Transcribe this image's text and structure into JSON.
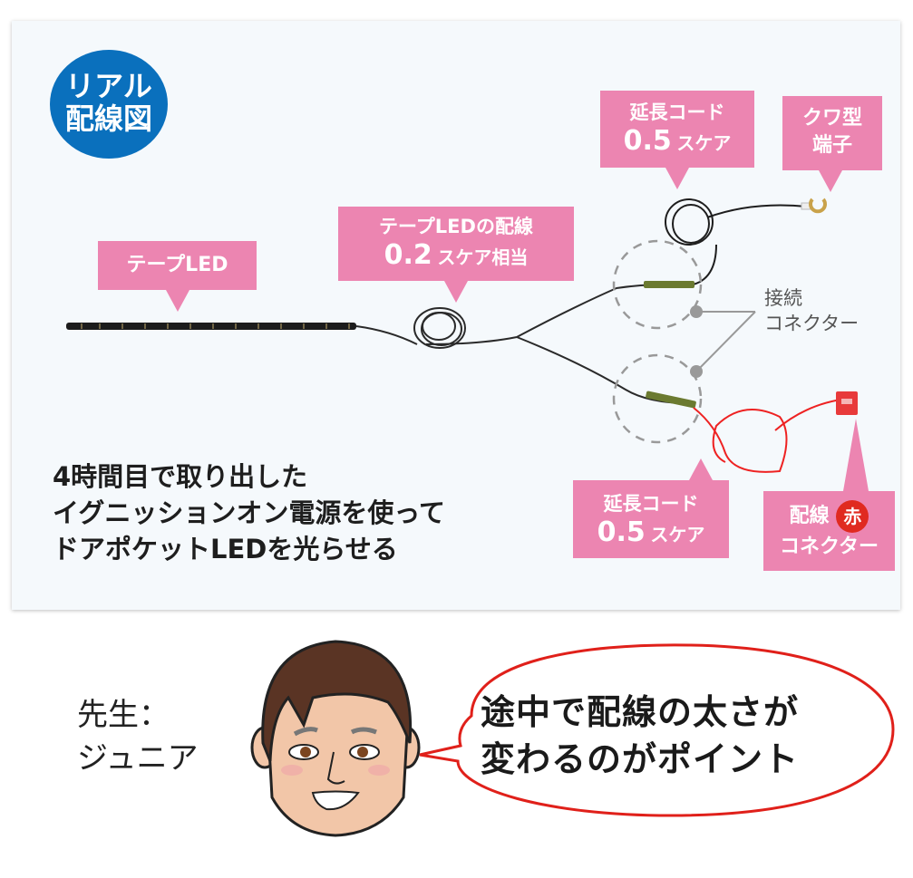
{
  "badge": {
    "line1": "リアル",
    "line2": "配線図",
    "color": "#0a70bd"
  },
  "callouts": {
    "tape_led": {
      "label": "テープLED"
    },
    "tape_led_wire": {
      "line1": "テープLEDの配線",
      "size": "0.2",
      "unit": "スケア相当"
    },
    "extension_top": {
      "line1": "延長コード",
      "size": "0.5",
      "unit": "スケア"
    },
    "spade_terminal": {
      "line1": "クワ型",
      "line2": "端子"
    },
    "extension_bottom": {
      "line1": "延長コード",
      "size": "0.5",
      "unit": "スケア"
    },
    "wiring_connector": {
      "line1": "配線",
      "color_badge": "赤",
      "line2": "コネクター"
    },
    "color": "#ec85b1"
  },
  "connector_label": {
    "line1": "接続",
    "line2": "コネクター"
  },
  "caption": {
    "lines": [
      "4時間目で取り出した",
      "イグニッションオン電源を使って",
      "ドアポケットLEDを光らせる"
    ]
  },
  "teacher": {
    "line1": "先生：",
    "line2": "ジュニア"
  },
  "speech_bubble": {
    "line1": "途中で配線の太さが",
    "line2": "変わるのがポイント",
    "border_color": "#e0201a"
  }
}
